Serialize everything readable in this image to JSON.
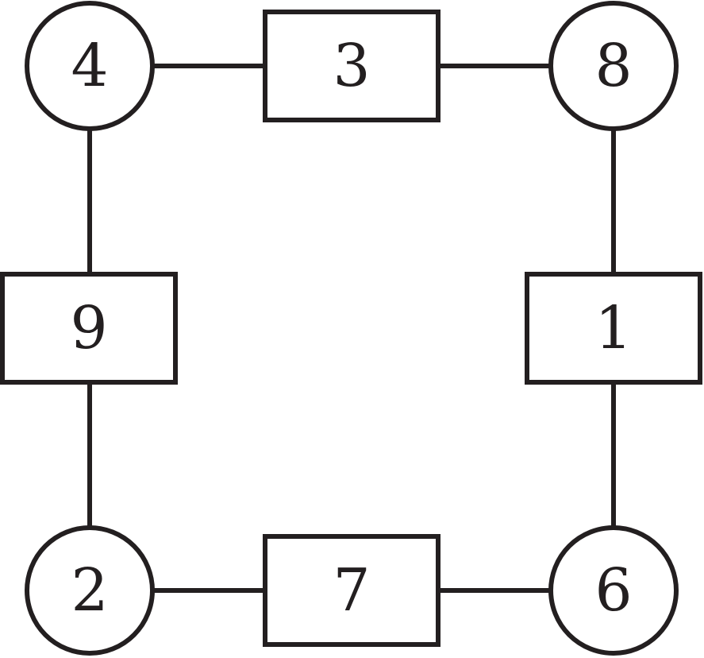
{
  "nodes": [
    {
      "id": "n4",
      "shape": "circle",
      "label": "4"
    },
    {
      "id": "n3",
      "shape": "rect",
      "label": "3"
    },
    {
      "id": "n8",
      "shape": "circle",
      "label": "8"
    },
    {
      "id": "n9",
      "shape": "rect",
      "label": "9"
    },
    {
      "id": "n1",
      "shape": "rect",
      "label": "1"
    },
    {
      "id": "n2",
      "shape": "circle",
      "label": "2"
    },
    {
      "id": "n7",
      "shape": "rect",
      "label": "7"
    },
    {
      "id": "n6",
      "shape": "circle",
      "label": "6"
    }
  ],
  "edges": [
    {
      "from": "n4",
      "to": "n3"
    },
    {
      "from": "n3",
      "to": "n8"
    },
    {
      "from": "n8",
      "to": "n1"
    },
    {
      "from": "n1",
      "to": "n6"
    },
    {
      "from": "n6",
      "to": "n7"
    },
    {
      "from": "n7",
      "to": "n2"
    },
    {
      "from": "n2",
      "to": "n9"
    },
    {
      "from": "n9",
      "to": "n4"
    }
  ],
  "colors": {
    "stroke": "#231f20",
    "fill": "#ffffff"
  }
}
